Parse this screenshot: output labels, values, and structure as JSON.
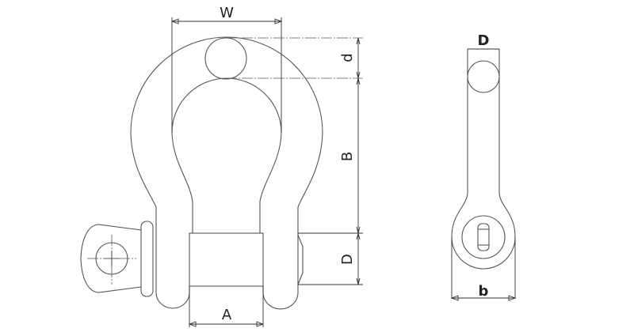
{
  "front_view": {
    "dimensions": {
      "width": "W",
      "pin_diameter_small": "d",
      "inside_length": "B",
      "pin_diameter": "D",
      "jaw_width": "A"
    }
  },
  "side_view": {
    "dimensions": {
      "pin_diameter": "D",
      "eye_width": "b"
    }
  },
  "colors": {
    "line": "#555555",
    "background": "#ffffff"
  }
}
